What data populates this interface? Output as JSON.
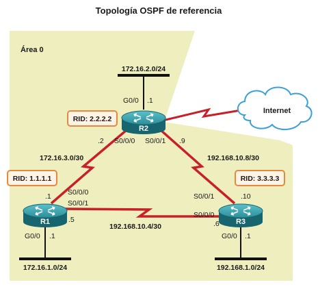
{
  "title": "Topología OSPF de referencia",
  "area_label": "Área 0",
  "colors": {
    "area": "#eeeebf",
    "link": "#c8202a",
    "router_top": "#3fa7b2",
    "router_side": "#17666f",
    "rid_border": "#e58a3c",
    "rid_fill": "#fff3e6",
    "cloud": "#3aa0d8"
  },
  "routers": {
    "r1": {
      "name": "R1",
      "rid": "RID: 1.1.1.1"
    },
    "r2": {
      "name": "R2",
      "rid": "RID: 2.2.2.2"
    },
    "r3": {
      "name": "R3",
      "rid": "RID: 3.3.3.3"
    }
  },
  "internet": "Internet",
  "networks": {
    "r2_lan": "172.16.2.0/24",
    "r1_lan": "172.16.1.0/24",
    "r3_lan": "192.168.1.0/24",
    "r1_r2": "172.16.3.0/30",
    "r2_r3": "192.168.10.8/30",
    "r1_r3": "192.168.10.4/30"
  },
  "labels": {
    "r2_g00": "G0/0",
    "r2_g00_host": ".1",
    "r2_s000_host": ".2",
    "r2_s000": "S0/0/0",
    "r2_s001": "S0/0/1",
    "r2_s001_host": ".9",
    "r1_host_top": ".1",
    "r1_s000": "S0/0/0",
    "r1_s001": "S0/0/1",
    "r1_s001_host": ".5",
    "r1_g00": "G0/0",
    "r1_g00_host": ".1",
    "r3_s001": "S0/0/1",
    "r3_s001_host": ".10",
    "r3_s000": "S0/0/0",
    "r3_s000_host": ".6",
    "r3_g00": "G0/0",
    "r3_g00_host": ".1"
  }
}
